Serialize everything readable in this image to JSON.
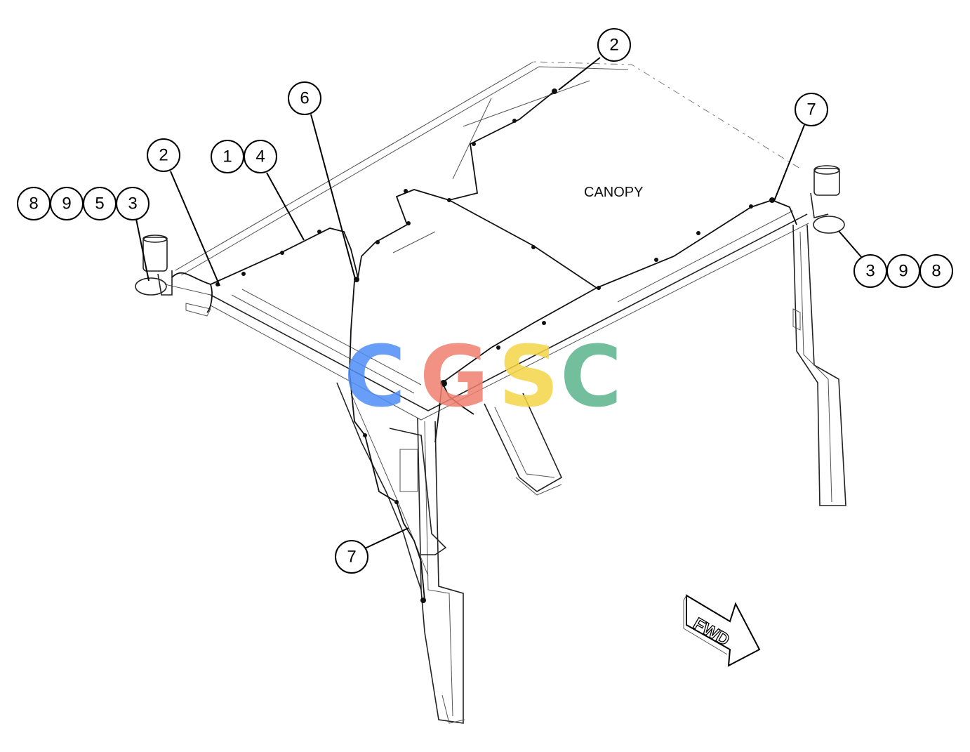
{
  "diagram": {
    "canopy_label": "CANOPY",
    "direction_label": "FWD",
    "watermark": {
      "letters": [
        "C",
        "G",
        "S",
        "C"
      ],
      "colors": [
        "#4F8EF7",
        "#F08070",
        "#F5D547",
        "#5BB58C"
      ]
    },
    "callouts": {
      "group_left": [
        "8",
        "9",
        "5",
        "3"
      ],
      "left_2": "2",
      "pair_1": "1",
      "pair_4": "4",
      "center_6": "6",
      "top_2": "2",
      "right_7": "7",
      "group_right": [
        "3",
        "9",
        "8"
      ],
      "bottom_7": "7"
    }
  }
}
